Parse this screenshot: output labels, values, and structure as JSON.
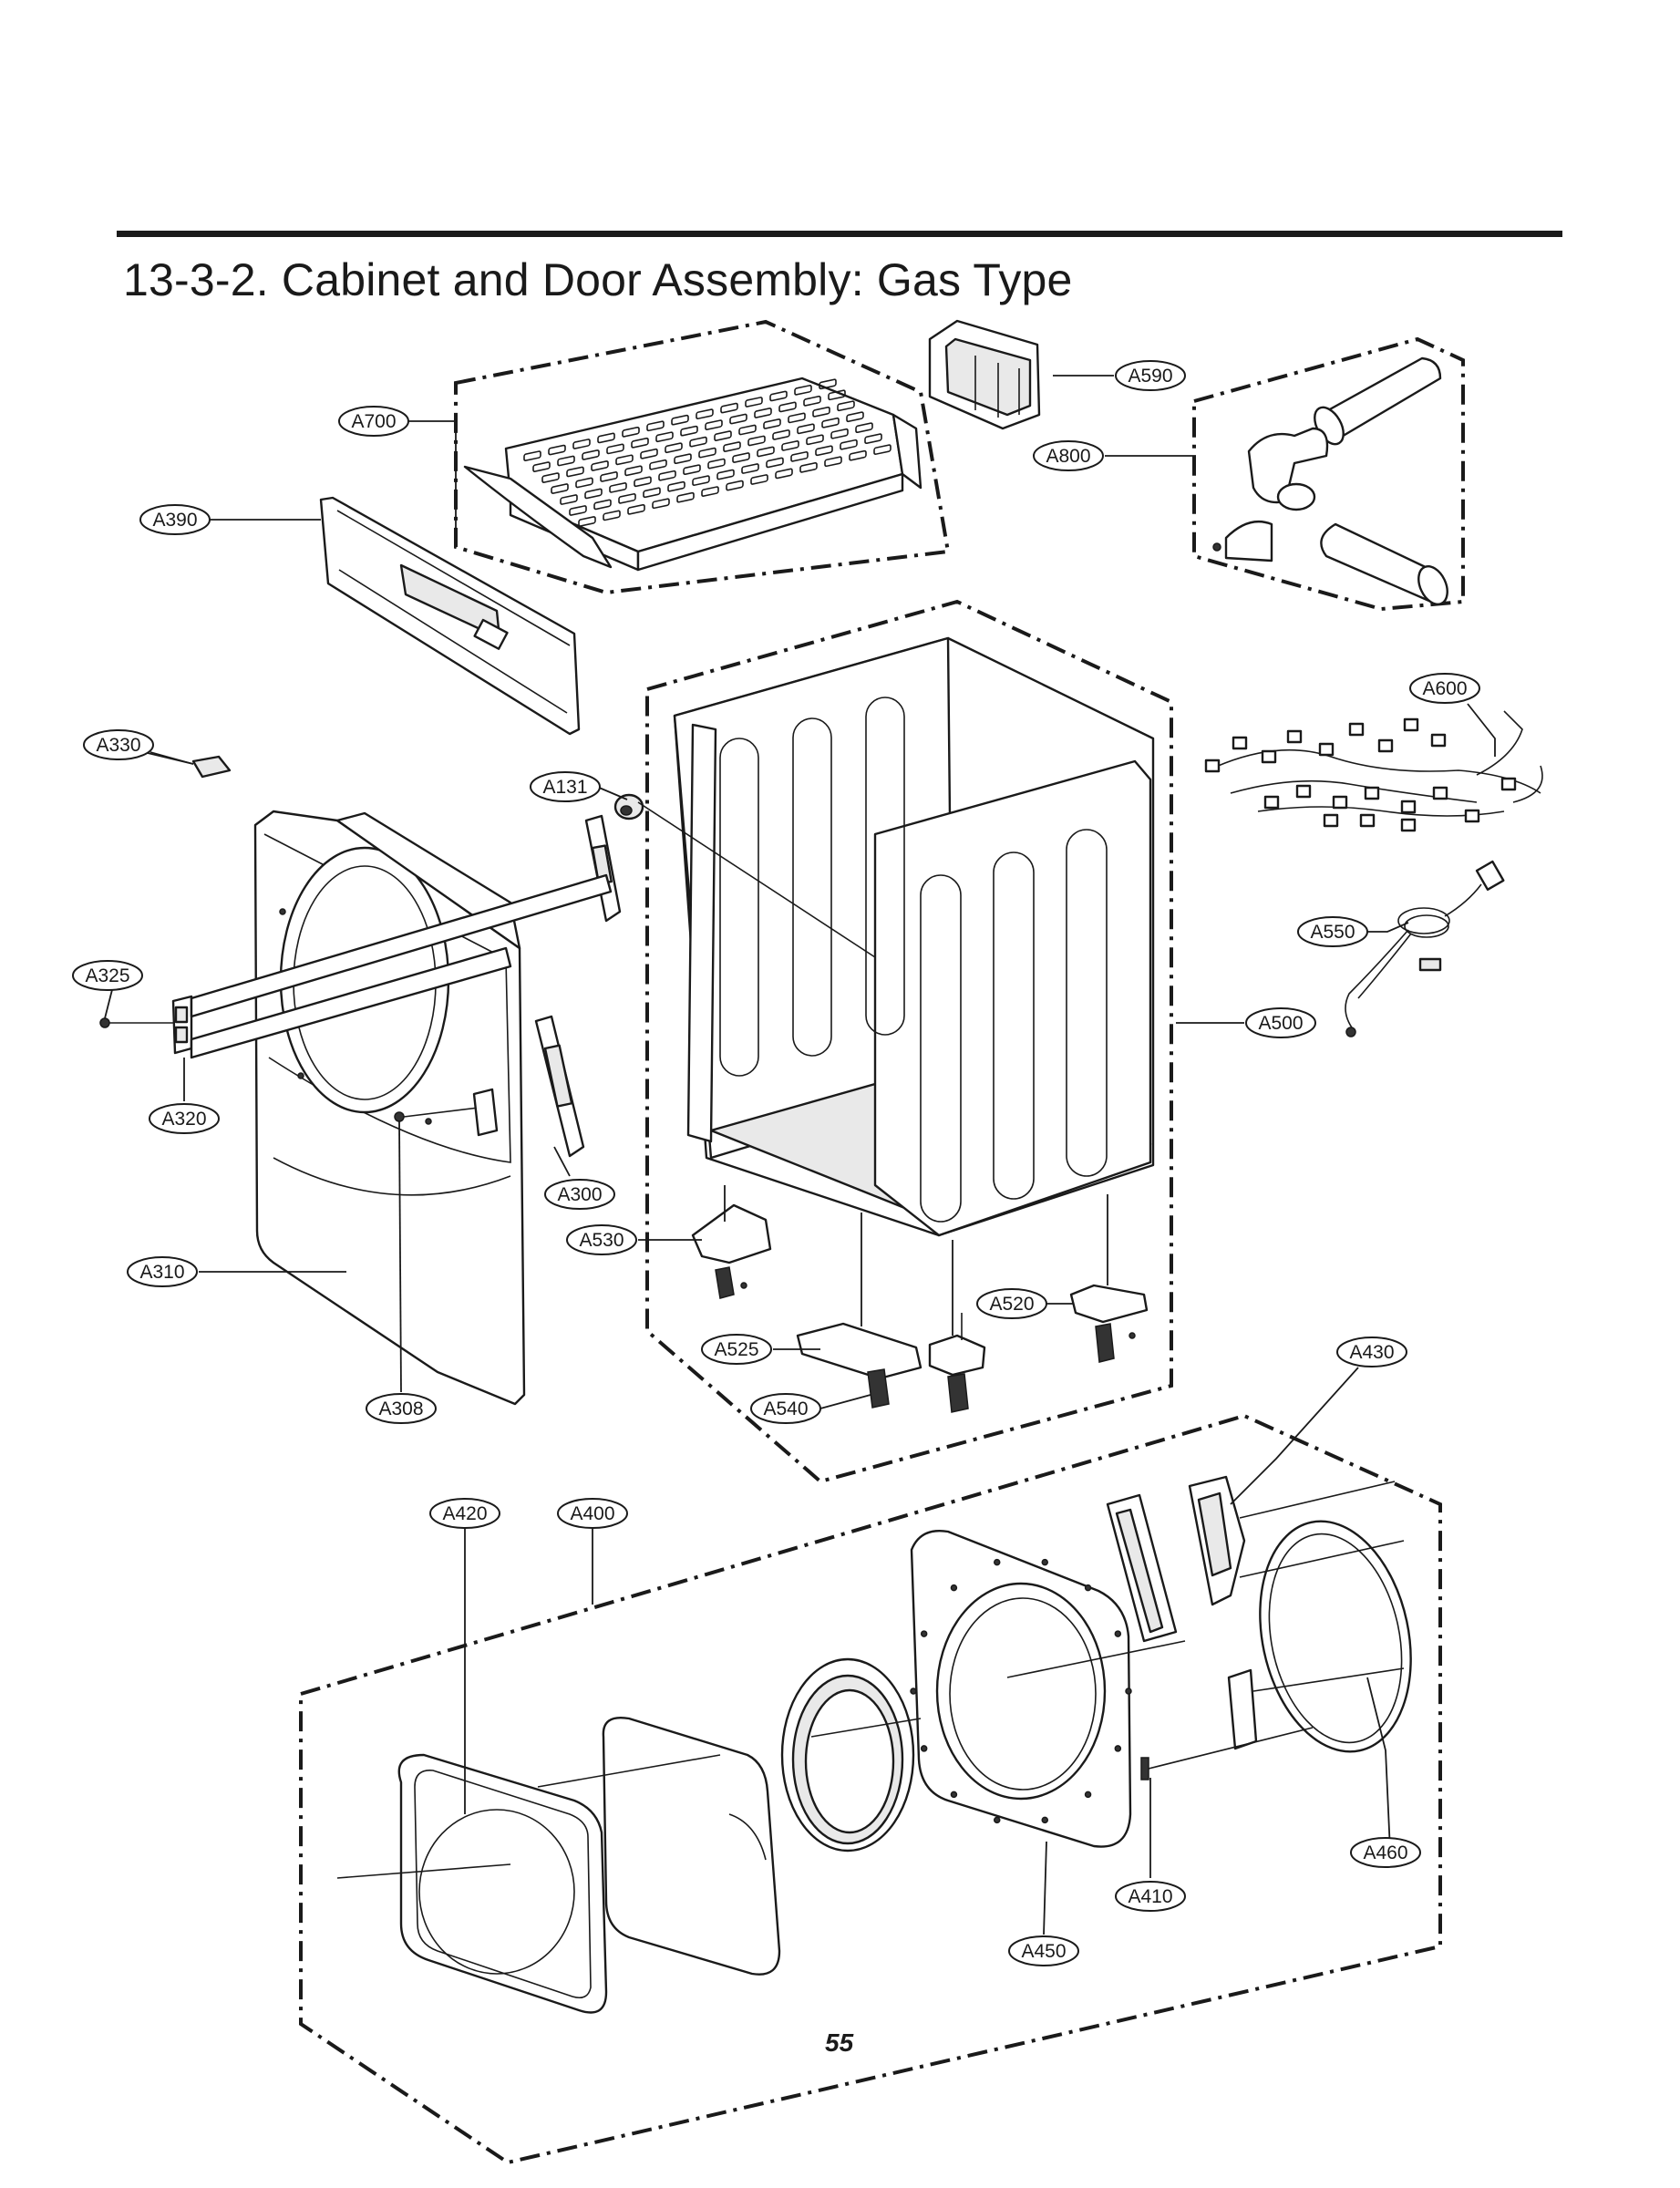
{
  "title": "13-3-2. Cabinet and Door Assembly: Gas Type",
  "page_number": "55",
  "part_labels": {
    "A700": "A700",
    "A590": "A590",
    "A800": "A800",
    "A390": "A390",
    "A600": "A600",
    "A330": "A330",
    "A131": "A131",
    "A550": "A550",
    "A325": "A325",
    "A500": "A500",
    "A320": "A320",
    "A300": "A300",
    "A530": "A530",
    "A310": "A310",
    "A520": "A520",
    "A525": "A525",
    "A430": "A430",
    "A308": "A308",
    "A540": "A540",
    "A420": "A420",
    "A400": "A400",
    "A460": "A460",
    "A410": "A410",
    "A450": "A450"
  }
}
